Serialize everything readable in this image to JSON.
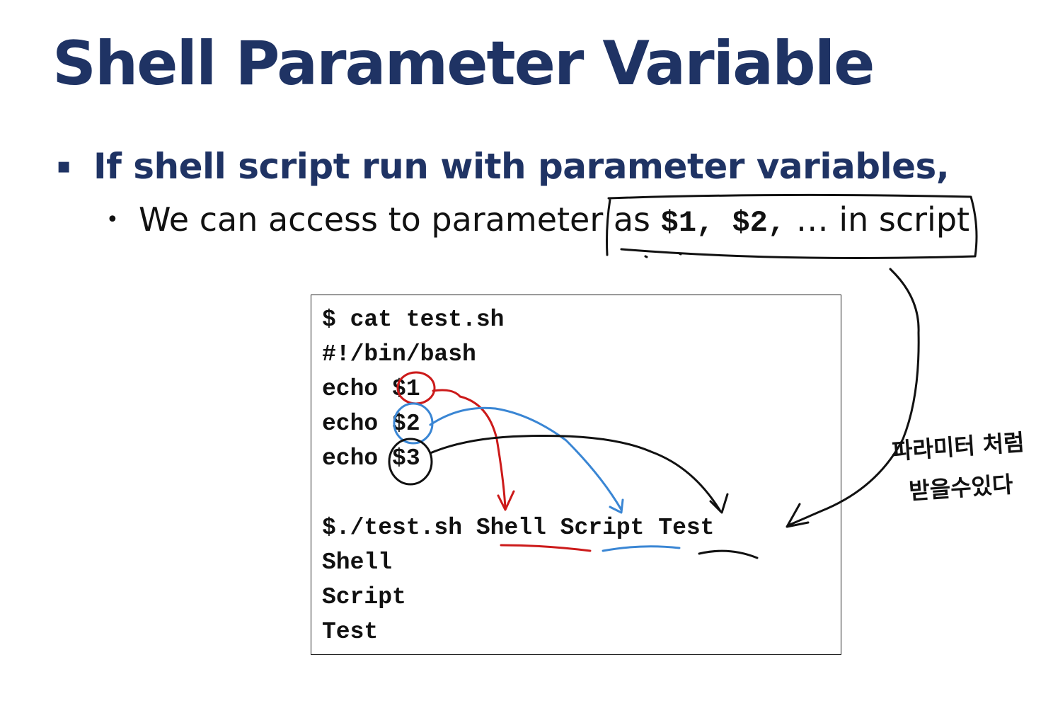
{
  "slide": {
    "title": "Shell Parameter Variable",
    "bullet_level1": {
      "marker": "▪",
      "text": "If shell script run with parameter variables,"
    },
    "bullet_level2": {
      "marker": "•",
      "text_before": "We can access to parameter as ",
      "code": "$1, $2,",
      "text_after": " … in script"
    }
  },
  "code_box": {
    "lines": [
      "$ cat test.sh",
      "#!/bin/bash",
      "echo $1",
      "echo $2",
      "echo $3",
      "",
      "$./test.sh Shell Script Test",
      "Shell",
      "Script",
      "Test"
    ]
  },
  "annotations": {
    "handwritten_note": "파라미터 처럼\n받을수있다",
    "colors": {
      "red": "#cc1a1a",
      "blue": "#3a86d4",
      "black": "#111111"
    }
  }
}
